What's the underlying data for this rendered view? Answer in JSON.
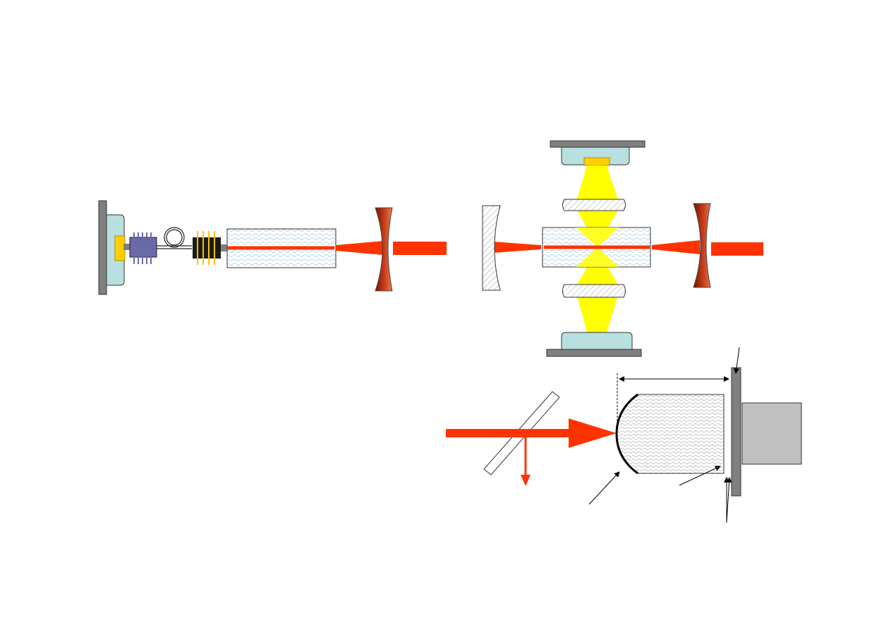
{
  "diagram": {
    "type": "optical-laser-schematics",
    "colors": {
      "beam": "#ff3300",
      "pump_light": "#ffff00",
      "mirror_gradient_dark": "#7a1200",
      "mirror_gradient_light": "#f07a50",
      "crystal_fill": "#ffffff",
      "crystal_hatch": "#9ec7e0",
      "mount_fill": "#b8e0e0",
      "base_plate": "#808080",
      "heat_sink": "#6a6aa8",
      "fiber_block": "#1a1a1a",
      "fiber_pin": "#ffc000",
      "detector_box": "#c0c0c0",
      "diode_emitter": "#ffd000"
    },
    "panels": [
      {
        "id": "fiber-coupled-end-pumped-laser",
        "labels": []
      },
      {
        "id": "side-pumped-laser-cavity",
        "labels": []
      },
      {
        "id": "beam-sampling-and-detection",
        "labels": []
      }
    ]
  }
}
